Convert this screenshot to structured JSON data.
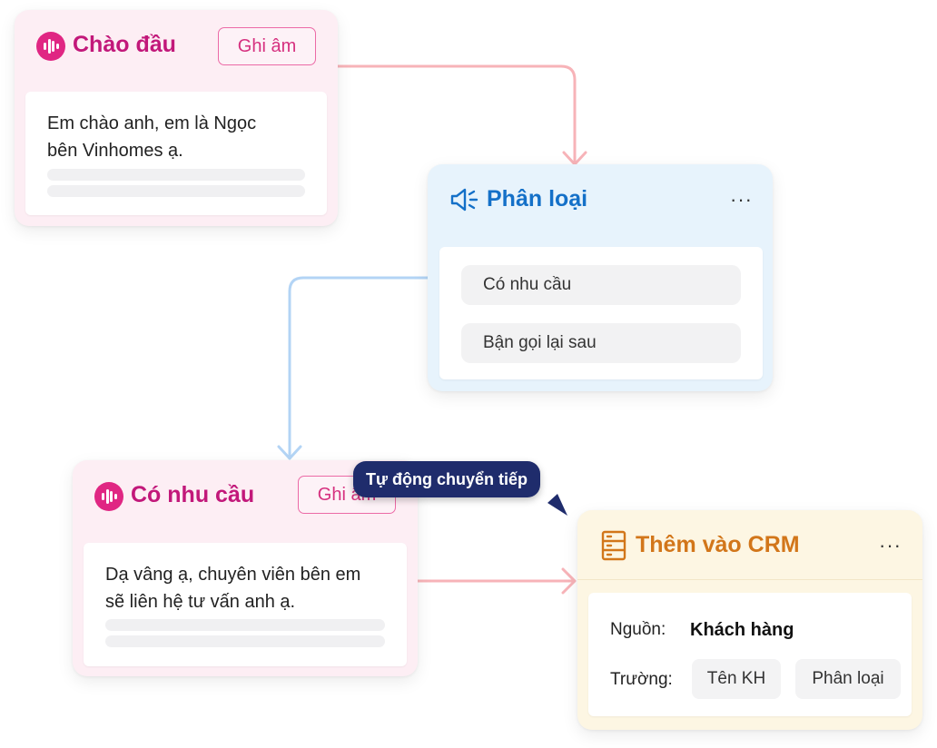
{
  "nodes": {
    "greeting": {
      "title": "Chào đầu",
      "record_label": "Ghi âm",
      "message_line1": "Em chào anh, em là Ngọc",
      "message_line2": "bên Vinhomes ạ."
    },
    "classify": {
      "title": "Phân loại",
      "menu": "···",
      "options": [
        "Có nhu cầu",
        "Bận gọi lại sau"
      ]
    },
    "interested": {
      "title": "Có nhu cầu",
      "record_label": "Ghi âm",
      "message_line1": "Dạ vâng ạ, chuyên viên bên em",
      "message_line2": "sẽ liên hệ tư vấn anh ạ."
    },
    "crm": {
      "title": "Thêm vào CRM",
      "menu": "···",
      "source_label": "Nguồn:",
      "source_value": "Khách hàng",
      "fields_label": "Trường:",
      "fields": [
        "Tên KH",
        "Phân loại"
      ]
    }
  },
  "tooltip": "Tự động chuyển tiếp",
  "colors": {
    "pink_accent": "#e02683",
    "blue_accent": "#1470c8",
    "orange_accent": "#d2761a",
    "tooltip_bg": "#1f2c6c",
    "connector_pink": "#f7b3b8",
    "connector_blue": "#b3d4f5"
  },
  "icons": {
    "greeting": "audio-wave-icon",
    "classify": "speaker-icon",
    "interested": "audio-wave-icon",
    "crm": "database-icon"
  }
}
